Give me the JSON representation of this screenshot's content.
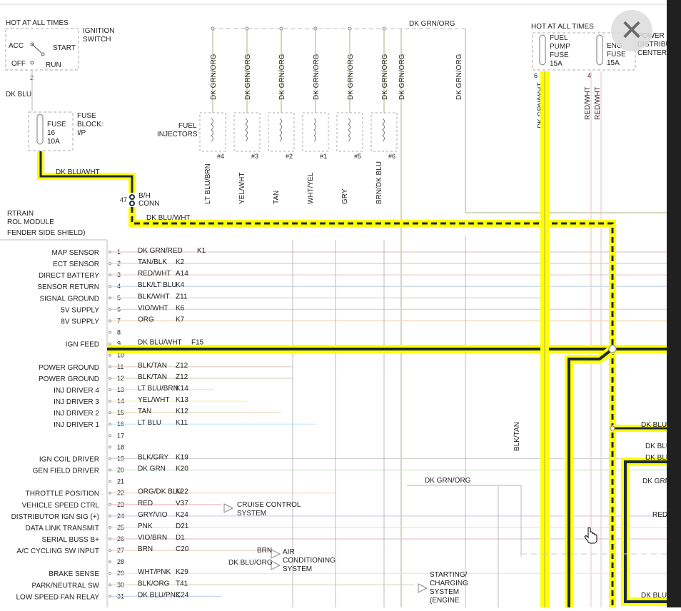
{
  "top_left": {
    "hot_label": "HOT AT ALL TIMES",
    "ignition_switch": "IGNITION\nSWITCH",
    "acc": "ACC",
    "start": "START",
    "off": "OFF",
    "run": "RUN",
    "pin": "2",
    "wire": "DK BLU",
    "fuse_text": "FUSE\n16\n10A",
    "fuse_block": "FUSE\nBLOCK:\nI/P",
    "wire_dkbluwht": "DK BLU/WHT",
    "conn_pin": "47",
    "conn_label": "B/H\nCONN",
    "wire_dkbluwht2": "DK BLU/WHT"
  },
  "injectors": {
    "label": "FUEL\nINJECTORS",
    "bus_wire": "DK GRN/ORG",
    "top_wires": [
      "DK GRN/ORG",
      "DK GRN/ORG",
      "DK GRN/ORG",
      "DK GRN/ORG",
      "DK GRN/ORG",
      "DK GRN/ORG",
      "DK GRN/ORG",
      "DK GRN/ORG"
    ],
    "numbers": [
      "#4",
      "#3",
      "#2",
      "#1",
      "#5",
      "#6"
    ],
    "bottom_wires": [
      "LT BLU/BRN",
      "YEL/WHT",
      "TAN",
      "WHT/YEL",
      "GRY",
      "BRN/DK BLU"
    ]
  },
  "pdc": {
    "hot_label": "HOT AT ALL TIMES",
    "fuel_pump_fuse": "FUEL\nPUMP\nFUSE\n15A",
    "eng_fuse": "ENG\nFUSE\n15A",
    "pin_left": "6",
    "pin_right": "4",
    "center": "POWER\nDISTRIBU\nCENTER",
    "wire_left": "DK GRN/WHT",
    "wire_r1": "RED/WHT",
    "wire_r2": "RED/WHT"
  },
  "pcm": {
    "title": "RTRAIN\nROL MODULE\nFENDER SIDE SHIELD)",
    "pins": [
      {
        "n": "1",
        "name": "MAP SENSOR",
        "wire": "DK GRN/RED",
        "circ": "K1"
      },
      {
        "n": "2",
        "name": "ECT SENSOR",
        "wire": "TAN/BLK",
        "circ": "K2"
      },
      {
        "n": "3",
        "name": "DIRECT BATTERY",
        "wire": "RED/WHT",
        "circ": "A14"
      },
      {
        "n": "4",
        "name": "SENSOR RETURN",
        "wire": "BLK/LT BLU",
        "circ": "K4"
      },
      {
        "n": "5",
        "name": "SIGNAL GROUND",
        "wire": "BLK/WHT",
        "circ": "Z11"
      },
      {
        "n": "6",
        "name": "5V SUPPLY",
        "wire": "VIO/WHT",
        "circ": "K6"
      },
      {
        "n": "7",
        "name": "8V SUPPLY",
        "wire": "ORG",
        "circ": "K7"
      },
      {
        "n": "8",
        "name": "",
        "wire": "",
        "circ": ""
      },
      {
        "n": "9",
        "name": "IGN FEED",
        "wire": "DK BLU/WHT",
        "circ": "F15"
      },
      {
        "n": "10",
        "name": "",
        "wire": "",
        "circ": ""
      },
      {
        "n": "11",
        "name": "POWER GROUND",
        "wire": "BLK/TAN",
        "circ": "Z12"
      },
      {
        "n": "12",
        "name": "POWER GROUND",
        "wire": "BLK/TAN",
        "circ": "Z12"
      },
      {
        "n": "13",
        "name": "INJ DRIVER 4",
        "wire": "LT BLU/BRN",
        "circ": "K14"
      },
      {
        "n": "14",
        "name": "INJ DRIVER 3",
        "wire": "YEL/WHT",
        "circ": "K13"
      },
      {
        "n": "15",
        "name": "INJ DRIVER 2",
        "wire": "TAN",
        "circ": "K12"
      },
      {
        "n": "16",
        "name": "INJ DRIVER 1",
        "wire": "LT BLU",
        "circ": "K11"
      },
      {
        "n": "17",
        "name": "",
        "wire": "",
        "circ": ""
      },
      {
        "n": "18",
        "name": "",
        "wire": "",
        "circ": ""
      },
      {
        "n": "19",
        "name": "IGN COIL DRIVER",
        "wire": "BLK/GRY",
        "circ": "K19"
      },
      {
        "n": "20",
        "name": "GEN FIELD DRIVER",
        "wire": "DK GRN",
        "circ": "K20"
      },
      {
        "n": "21",
        "name": "",
        "wire": "",
        "circ": ""
      },
      {
        "n": "22",
        "name": "THROTTLE POSITION",
        "wire": "ORG/DK BLU",
        "circ": "K22"
      },
      {
        "n": "23",
        "name": "VEHICLE SPEED CTRL",
        "wire": "RED",
        "circ": "V37"
      },
      {
        "n": "24",
        "name": "DISTRIBUTOR IGN SIG (+)",
        "wire": "GRY/VIO",
        "circ": "K24"
      },
      {
        "n": "25",
        "name": "DATA LINK TRANSMIT",
        "wire": "PNK",
        "circ": "D21"
      },
      {
        "n": "26",
        "name": "SERIAL BUSS B+",
        "wire": "VIO/BRN",
        "circ": "D1"
      },
      {
        "n": "27",
        "name": "A/C CYCLING SW INPUT",
        "wire": "BRN",
        "circ": "C20"
      },
      {
        "n": "28",
        "name": "",
        "wire": "",
        "circ": ""
      },
      {
        "n": "29",
        "name": "BRAKE SENSE",
        "wire": "WHT/PNK",
        "circ": "K29"
      },
      {
        "n": "30",
        "name": "PARK/NEUTRAL SW",
        "wire": "BLK/ORG",
        "circ": "T41"
      },
      {
        "n": "31",
        "name": "LOW SPEED FAN RELAY",
        "wire": "DK BLU/PNK",
        "circ": "C24"
      }
    ]
  },
  "right_side": {
    "cruise": "CRUISE CONTROL\nSYSTEM",
    "ac_wire": "BRN",
    "ac_sys": "AIR\nCONDITIONING\nSYSTEM",
    "ac_wire2": "DK BLU/ORG",
    "starting": "STARTING/\nCHARGING\nSYSTEM\n(ENGINE",
    "blk_tan": "BLK/TAN",
    "dk_grn_org_mid": "DK GRN/ORG",
    "right_labels": [
      "DK BLU",
      "DK BLU",
      "DK BLU",
      "DK GRN",
      "RED",
      "DK BLU"
    ]
  },
  "ui": {
    "close_glyph": "✕",
    "close_icon": "close-icon",
    "cursor_icon": "hand-cursor-icon"
  }
}
